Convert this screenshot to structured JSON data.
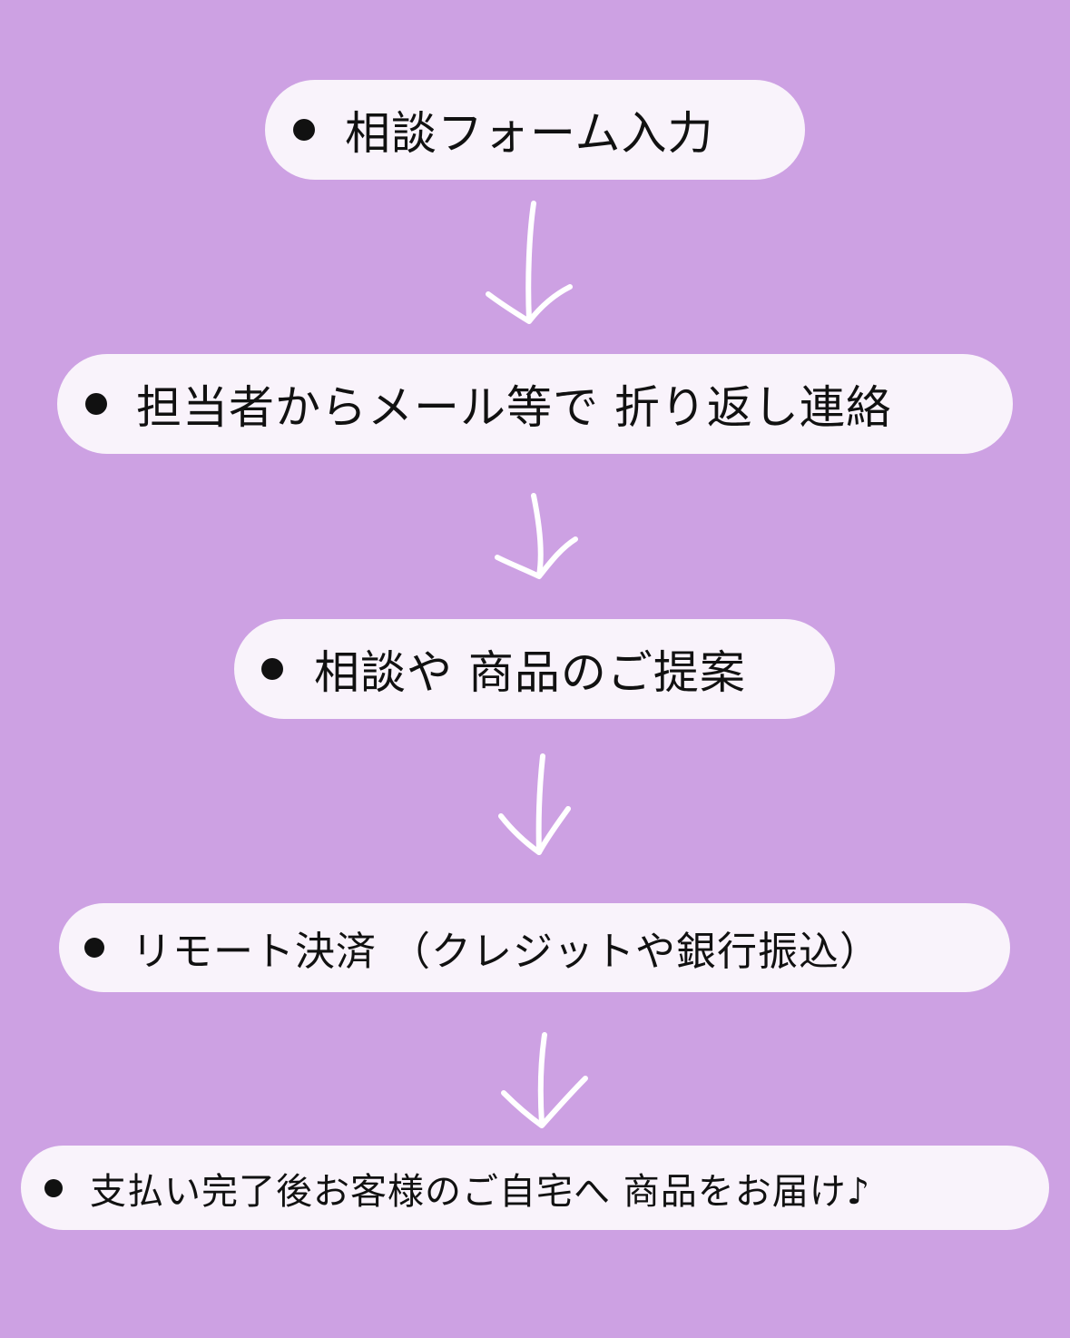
{
  "background_color": "#cda1e3",
  "box_color": "#f9f3fb",
  "arrow_color": "#ffffff",
  "steps": [
    {
      "label": "相談フォーム入力"
    },
    {
      "label": "担当者からメール等で 折り返し連絡"
    },
    {
      "label": "相談や 商品のご提案"
    },
    {
      "label": "リモート決済 （クレジットや銀行振込）"
    },
    {
      "label": "支払い完了後お客様のご自宅へ 商品をお届け♪"
    }
  ],
  "connector_icon": "down-arrow-handdrawn"
}
